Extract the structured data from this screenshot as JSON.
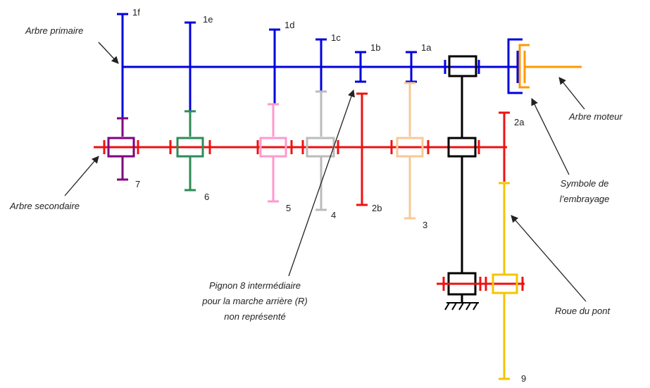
{
  "labels": {
    "arbre_primaire": "Arbre primaire",
    "arbre_secondaire": "Arbre secondaire",
    "arbre_moteur": "Arbre moteur",
    "embrayage_line1": "Symbole de",
    "embrayage_line2": "l’embrayage",
    "pignon_line1": "Pignon 8 intermédiaire",
    "pignon_line2": "pour la marche arrière (R)",
    "pignon_line3": "non représenté",
    "roue_pont": "Roue du pont"
  },
  "gears": {
    "g1a": "1a",
    "g1b": "1b",
    "g1c": "1c",
    "g1d": "1d",
    "g1e": "1e",
    "g1f": "1f",
    "g2a": "2a",
    "g2b": "2b",
    "g3": "3",
    "g4": "4",
    "g5": "5",
    "g6": "6",
    "g7": "7",
    "g9": "9"
  },
  "colors": {
    "primary_shaft": "#0000dd",
    "secondary_shaft": "#ee1111",
    "engine_shaft": "#ff9900",
    "gear_7": "#800080",
    "gear_6": "#2e8b57",
    "gear_5": "#ff99cc",
    "gear_4": "#bbbbbb",
    "gear_3": "#f8c896",
    "synchro": "#000000",
    "ring_gear": "#f5c400",
    "arrow": "#222222"
  }
}
